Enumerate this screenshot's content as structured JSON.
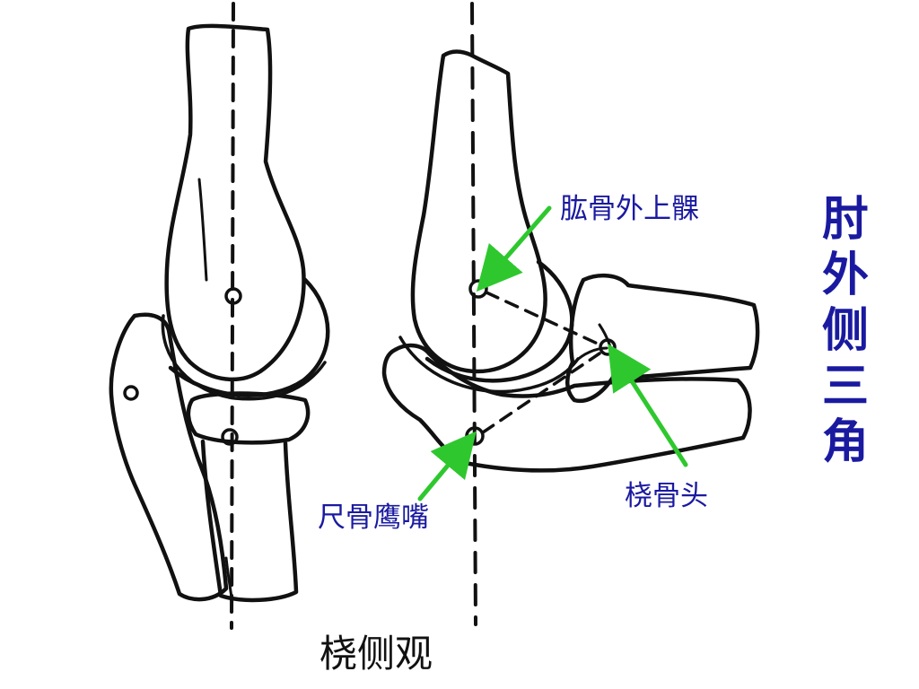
{
  "labels": {
    "humerus_lateral_epicondyle": "肱骨外上髁",
    "radial_head": "桡骨头",
    "olecranon": "尺骨鹰嘴"
  },
  "side_title": [
    "肘",
    "外",
    "侧",
    "三",
    "角"
  ],
  "caption": "桡侧观",
  "colors": {
    "label_text": "#1a1aa0",
    "arrow": "#2ec82e",
    "line_art": "#111111"
  }
}
